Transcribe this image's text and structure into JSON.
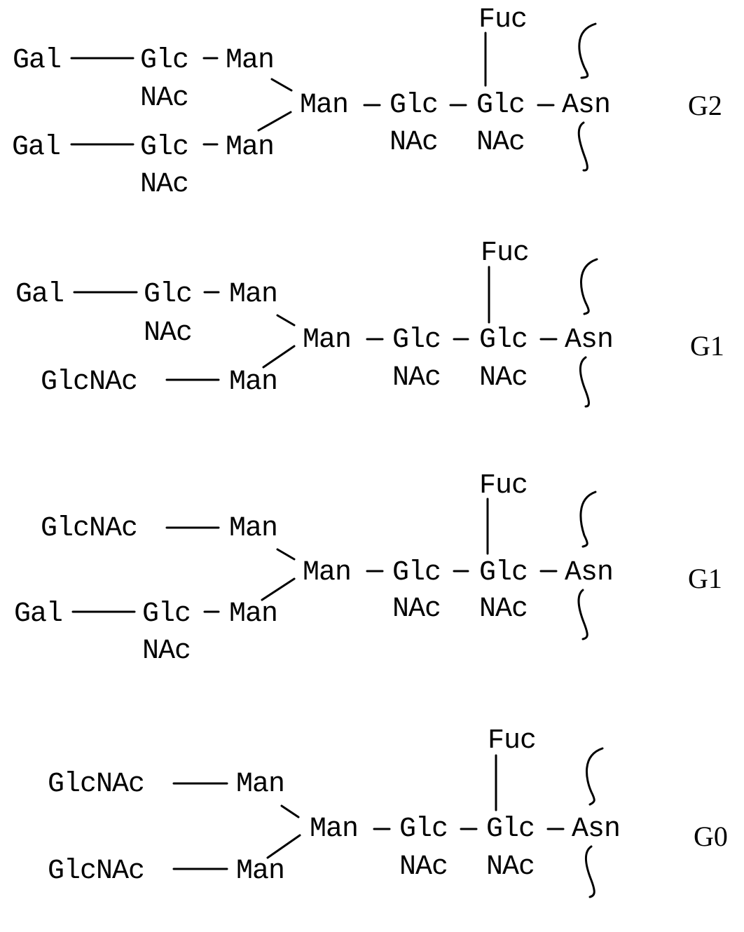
{
  "figure": {
    "structures": [
      {
        "label": "G2",
        "upper_arm": {
          "terminal": "Gal",
          "middle": "Glc",
          "middle_sub": "NAc",
          "core_man": "Man",
          "link": "—"
        },
        "lower_arm": {
          "terminal": "Gal",
          "middle": "Glc",
          "middle_sub": "NAc",
          "core_man": "Man",
          "link": "—"
        },
        "core": {
          "man": "Man",
          "glc1": "Glc",
          "glc1_sub": "NAc",
          "glc2": "Glc",
          "glc2_sub": "NAc",
          "asn": "Asn",
          "fuc": "Fuc"
        }
      },
      {
        "label": "G1",
        "upper_arm": {
          "terminal": "Gal",
          "middle": "Glc",
          "middle_sub": "NAc",
          "core_man": "Man"
        },
        "lower_arm": {
          "terminal": "GlcNAc",
          "core_man": "Man"
        },
        "core": {
          "man": "Man",
          "glc1": "Glc",
          "glc1_sub": "NAc",
          "glc2": "Glc",
          "glc2_sub": "NAc",
          "asn": "Asn",
          "fuc": "Fuc"
        }
      },
      {
        "label": "G1",
        "upper_arm": {
          "terminal": "GlcNAc",
          "core_man": "Man"
        },
        "lower_arm": {
          "terminal": "Gal",
          "middle": "Glc",
          "middle_sub": "NAc",
          "core_man": "Man"
        },
        "core": {
          "man": "Man",
          "glc1": "Glc",
          "glc1_sub": "NAc",
          "glc2": "Glc",
          "glc2_sub": "NAc",
          "asn": "Asn",
          "fuc": "Fuc"
        }
      },
      {
        "label": "G0",
        "upper_arm": {
          "terminal": "GlcNAc",
          "core_man": "Man"
        },
        "lower_arm": {
          "terminal": "GlcNAc",
          "core_man": "Man"
        },
        "core": {
          "man": "Man",
          "glc1": "Glc",
          "glc1_sub": "NAc",
          "glc2": "Glc",
          "glc2_sub": "NAc",
          "asn": "Asn",
          "fuc": "Fuc"
        }
      }
    ]
  }
}
